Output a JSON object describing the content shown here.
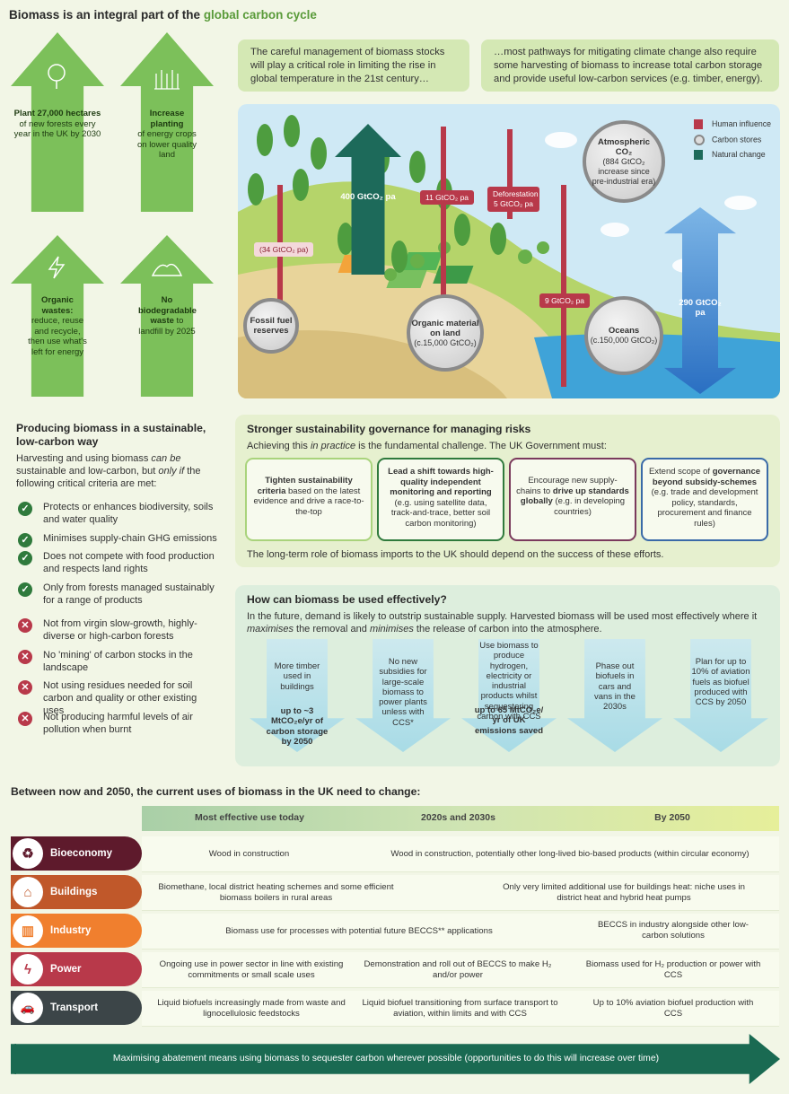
{
  "title": {
    "prefix": "Biomass is an integral part of the",
    "highlight": "global carbon cycle"
  },
  "arrows": [
    {
      "bold": "Plant 27,000 hectares",
      "rest": "of new forests every year in the UK by 2030",
      "icon": "tree-icon"
    },
    {
      "bold": "Increase planting",
      "rest": "of energy crops on lower quality land",
      "icon": "crops-icon"
    },
    {
      "bold": "Organic wastes:",
      "rest": "reduce, reuse and recycle, then use what's left for energy",
      "icon": "lightning-icon"
    },
    {
      "bold": "No biodegradable waste",
      "rest": "to landfill by 2025",
      "icon": "landfill-icon"
    }
  ],
  "quotes": [
    "The careful management of biomass stocks will play a critical role in limiting the rise in global temperature in the 21st century…",
    "…most pathways for mitigating climate change also require some harvesting of biomass to increase total carbon storage and provide useful low-carbon services (e.g. timber, energy)."
  ],
  "scene": {
    "fossil": "Fossil fuel reserves",
    "fossil_flow": "(34 GtCO₂ pa)",
    "forest_flow": "400 GtCO₂ pa",
    "land_flow": "11 GtCO₂ pa",
    "deforest": "Deforestation 5 GtCO₂ pa",
    "organic_title": "Organic material on land",
    "organic_sub": "(c.15,000 GtCO₂)",
    "ocean_flow_small": "9 GtCO₂ pa",
    "oceans_title": "Oceans",
    "oceans_sub": "(c.150,000 GtCO₂)",
    "atmos_title": "Atmospheric CO₂",
    "atmos_sub": "(884 GtCO₂ increase since pre-industrial era)",
    "ocean_flow": "290 GtCO₂ pa",
    "legend": [
      "Human influence",
      "Carbon stores",
      "Natural change"
    ]
  },
  "producing": {
    "heading": "Producing biomass in a sustainable, low-carbon way",
    "intro_a": "Harvesting and using biomass ",
    "intro_em1": "can be",
    "intro_b": " sustainable and low-carbon, but ",
    "intro_em2": "only if",
    "intro_c": " the following critical criteria are met:",
    "yes": [
      "Protects or enhances biodiversity, soils and water quality",
      "Minimises supply-chain GHG emissions",
      "Does not compete with food production and respects land rights",
      "Only from forests managed sustainably for a range of products"
    ],
    "no": [
      "Not from virgin slow-growth,  highly-diverse or high-carbon forests",
      "No 'mining' of carbon stocks in the landscape",
      "Not using residues needed for soil carbon and quality or other existing uses",
      "Not producing harmful levels of air pollution when burnt"
    ]
  },
  "governance": {
    "heading": "Stronger sustainability governance for managing risks",
    "intro_a": "Achieving this ",
    "intro_em": "in practice",
    "intro_b": " is the fundamental challenge. The UK Government must:",
    "boxes": [
      {
        "bold": "Tighten sustainability criteria",
        "rest": " based on the latest evidence and drive a race-to-the-top"
      },
      {
        "bold": "Lead a shift towards high-quality independent monitoring and reporting",
        "rest": " (e.g. using satellite data, track-and-trace, better soil carbon monitoring)"
      },
      {
        "pre": "Encourage new supply-chains to ",
        "bold": "drive up standards globally",
        "rest": " (e.g. in developing countries)"
      },
      {
        "pre": "Extend scope of ",
        "bold": "governance beyond subsidy-schemes",
        "rest": " (e.g. trade and development policy, standards, procurement and finance rules)"
      }
    ],
    "footer": "The long-term role of biomass imports to the UK should depend on the success of these efforts."
  },
  "effective": {
    "heading": "How can biomass be used effectively?",
    "intro_a": "In the future, demand is likely to outstrip sustainable supply. Harvested biomass will be used most effectively where it ",
    "intro_em1": "maximises",
    "intro_b": " the removal and ",
    "intro_em2": "minimises",
    "intro_c": " the release of carbon into the atmosphere.",
    "items": [
      {
        "text": "More timber used in buildings",
        "bold": "up to ~3 MtCO₂e/yr of carbon storage by 2050"
      },
      {
        "text": "No new subsidies for large-scale biomass to power plants unless with CCS*",
        "bold": ""
      },
      {
        "text": "Use biomass to produce hydrogen, electricity or industrial products whilst sequestering carbon with CCS",
        "bold": "up to 65 MtCO₂e/ yr of UK emissions saved"
      },
      {
        "text": "Phase out biofuels in cars and vans in the 2030s",
        "bold": ""
      },
      {
        "text": "Plan for up to 10% of aviation fuels as biofuel produced with CCS by 2050",
        "bold": ""
      }
    ]
  },
  "table": {
    "heading": "Between now and 2050, the current uses of biomass in the UK need to change:",
    "cols": [
      "Most effective use today",
      "2020s and 2030s",
      "By 2050"
    ],
    "rows": [
      {
        "label": "Bioeconomy",
        "color": "#5e1a2c",
        "icon": "recycle-icon",
        "glyph": "♻",
        "c1": "Wood in construction",
        "c23": "Wood in construction, potentially other long-lived bio-based products (within circular economy)"
      },
      {
        "label": "Buildings",
        "color": "#c0582a",
        "icon": "house-icon",
        "glyph": "⌂",
        "c12": "Biomethane, local district heating schemes and some efficient biomass boilers in rural areas",
        "c3": "Only very limited additional use for buildings heat: niche uses in district heat and hybrid heat pumps"
      },
      {
        "label": "Industry",
        "color": "#f07f2e",
        "icon": "factory-icon",
        "glyph": "▥",
        "c12": "Biomass use for processes with potential future BECCS** applications",
        "c3": "BECCS in industry alongside other low-carbon solutions"
      },
      {
        "label": "Power",
        "color": "#b8394a",
        "icon": "power-icon",
        "glyph": "ϟ",
        "c1": "Ongoing use in power sector in line with existing commitments or small scale uses",
        "c2": "Demonstration and roll out of BECCS to make H₂ and/or power",
        "c3": "Biomass used for H₂ production or power with CCS"
      },
      {
        "label": "Transport",
        "color": "#3c4548",
        "icon": "car-icon",
        "glyph": "🚗",
        "c1": "Liquid biofuels increasingly made from waste and lignocellulosic feedstocks",
        "c2": "Liquid biofuel transitioning from surface transport to aviation, within limits and with CCS",
        "c3": "Up to 10% aviation biofuel production with CCS"
      }
    ]
  },
  "banner": "Maximising abatement means using biomass to sequester carbon wherever possible (opportunities to do this will increase over time)"
}
